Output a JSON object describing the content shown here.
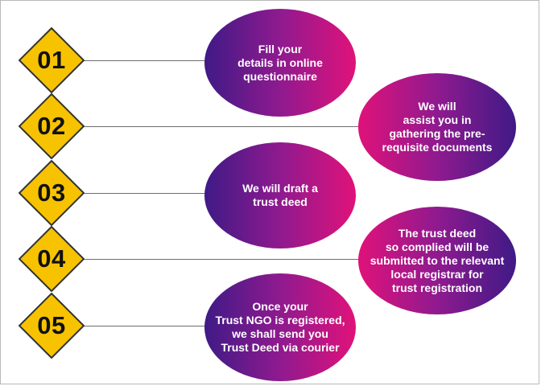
{
  "colors": {
    "diamond_fill": "#f7c300",
    "diamond_stroke": "#333333",
    "gradient_purple": "#3f1a86",
    "gradient_pink": "#e0127a",
    "connector": "#6e6e6e"
  },
  "steps": [
    {
      "number": "01",
      "text": "Fill your\ndetails in online\nquestionnaire"
    },
    {
      "number": "02",
      "text": "We will\nassist you in\ngathering the pre-\nrequisite documents"
    },
    {
      "number": "03",
      "text": "We will draft a\ntrust deed"
    },
    {
      "number": "04",
      "text": "The trust deed\nso complied will be\nsubmitted to the relevant\nlocal registrar for\ntrust registration"
    },
    {
      "number": "05",
      "text": "Once your\nTrust NGO is registered,\nwe shall send you\nTrust Deed via courier"
    }
  ]
}
